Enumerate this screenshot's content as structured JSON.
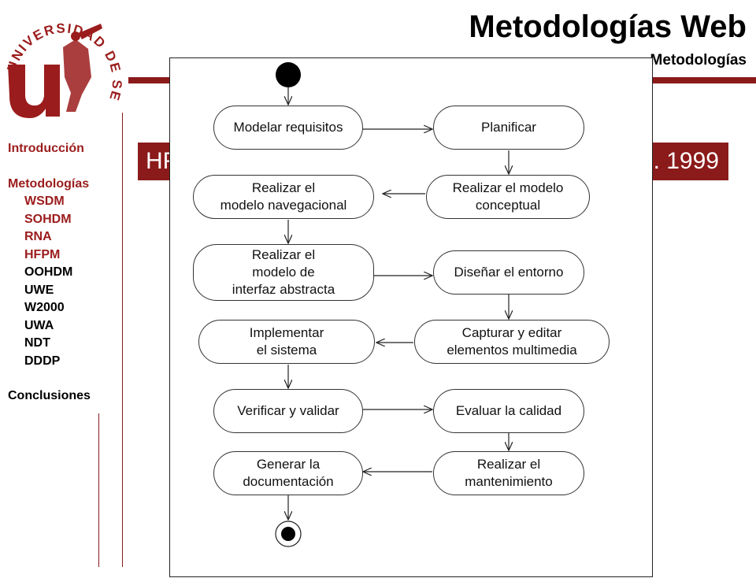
{
  "header": {
    "title": "Metodologías Web",
    "subtitle": "Metodologías"
  },
  "logo": {
    "text": "UNIVERSIDAD DE SEVILLA",
    "monogram": "U",
    "color": "#9b1c1c"
  },
  "sidebar": {
    "items": [
      {
        "label": "Introducción",
        "color": "red"
      },
      {
        "label": "Metodologías",
        "color": "red"
      }
    ],
    "sub_items": [
      {
        "label": "WSDM",
        "color": "red"
      },
      {
        "label": "SOHDM",
        "color": "red"
      },
      {
        "label": "RNA",
        "color": "red"
      },
      {
        "label": "HFPM",
        "color": "red"
      },
      {
        "label": "OOHDM",
        "color": "black"
      },
      {
        "label": "UWE",
        "color": "black"
      },
      {
        "label": "W2000",
        "color": "black"
      },
      {
        "label": "UWA",
        "color": "black"
      },
      {
        "label": "NDT",
        "color": "black"
      },
      {
        "label": "DDDP",
        "color": "black"
      }
    ],
    "footer": {
      "label": "Conclusiones",
      "color": "black"
    }
  },
  "banner": {
    "left_text": "HF",
    "right_text": ". 1999",
    "color": "#8b1a1a"
  },
  "activities": [
    {
      "label": "Modelar requisitos"
    },
    {
      "label": "Planificar"
    },
    {
      "label": "Realizar el modelo\nconceptual"
    },
    {
      "label": "Realizar el\nmodelo navegacional"
    },
    {
      "label": "Realizar el\nmodelo de\ninterfaz abstracta"
    },
    {
      "label": "Diseñar el entorno"
    },
    {
      "label": "Capturar y editar\nelementos multimedia"
    },
    {
      "label": "Implementar\n el sistema"
    },
    {
      "label": "Verificar y validar"
    },
    {
      "label": "Evaluar la calidad"
    },
    {
      "label": "Realizar el\nmantenimiento"
    },
    {
      "label": "Generar la\ndocumentación"
    }
  ]
}
